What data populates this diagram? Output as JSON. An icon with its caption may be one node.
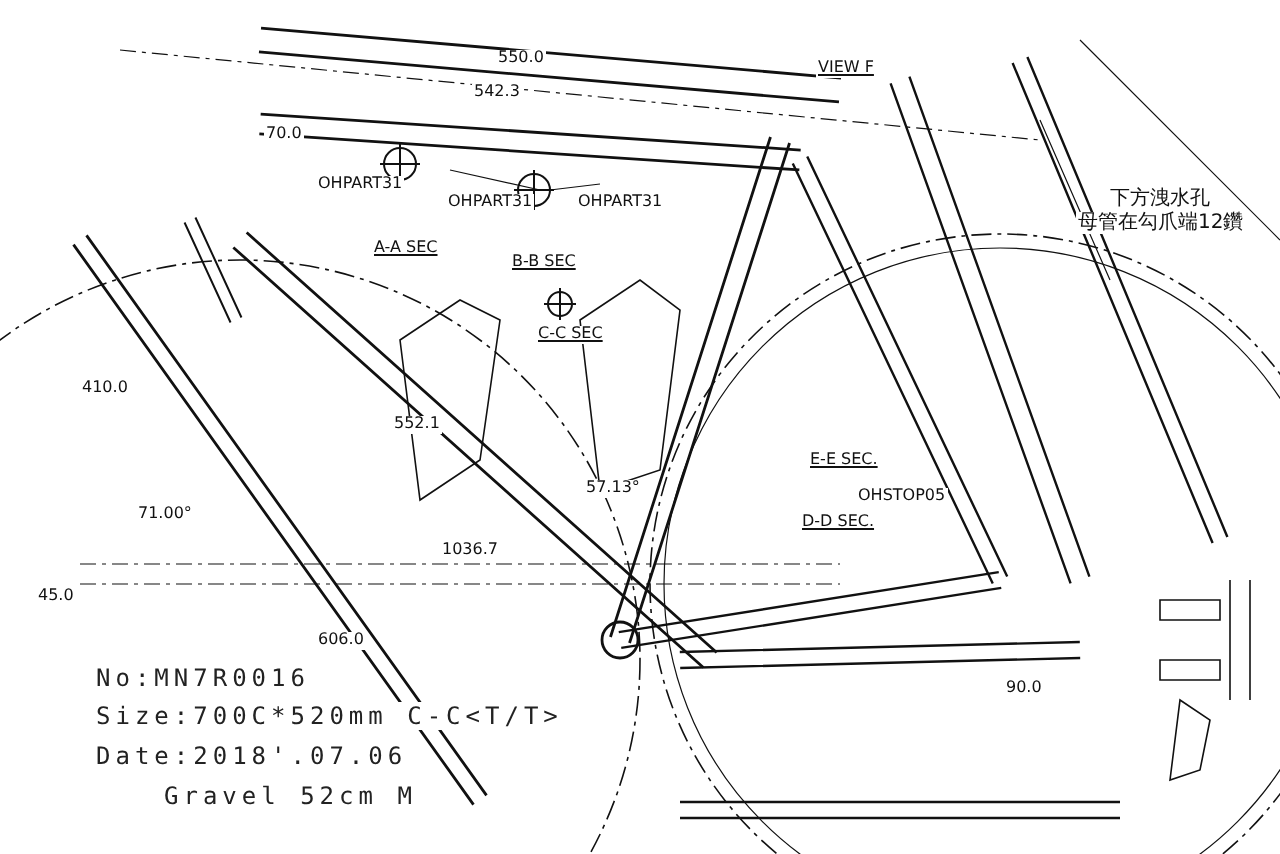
{
  "diagram": {
    "labels": [
      "550.0",
      "542.3",
      "70.0",
      "VIEW F",
      "OHPART31",
      "OHPART31",
      "OHPART31",
      "A-A SEC",
      "B-B SEC",
      "C-C SEC",
      "下方洩水孔",
      "母管在勾爪端12鑽",
      "410.0",
      "552.1",
      "57.13°",
      "E-E SEC.",
      "OHSTOP05",
      "D-D SEC.",
      "71.00°",
      "1036.7",
      "45.0",
      "606.0",
      "90.0",
      "No:MN7R0016",
      "Size:700C*520mm C-C<T/T>",
      "Date:2018'.07.06",
      "Gravel 52cm M"
    ]
  }
}
